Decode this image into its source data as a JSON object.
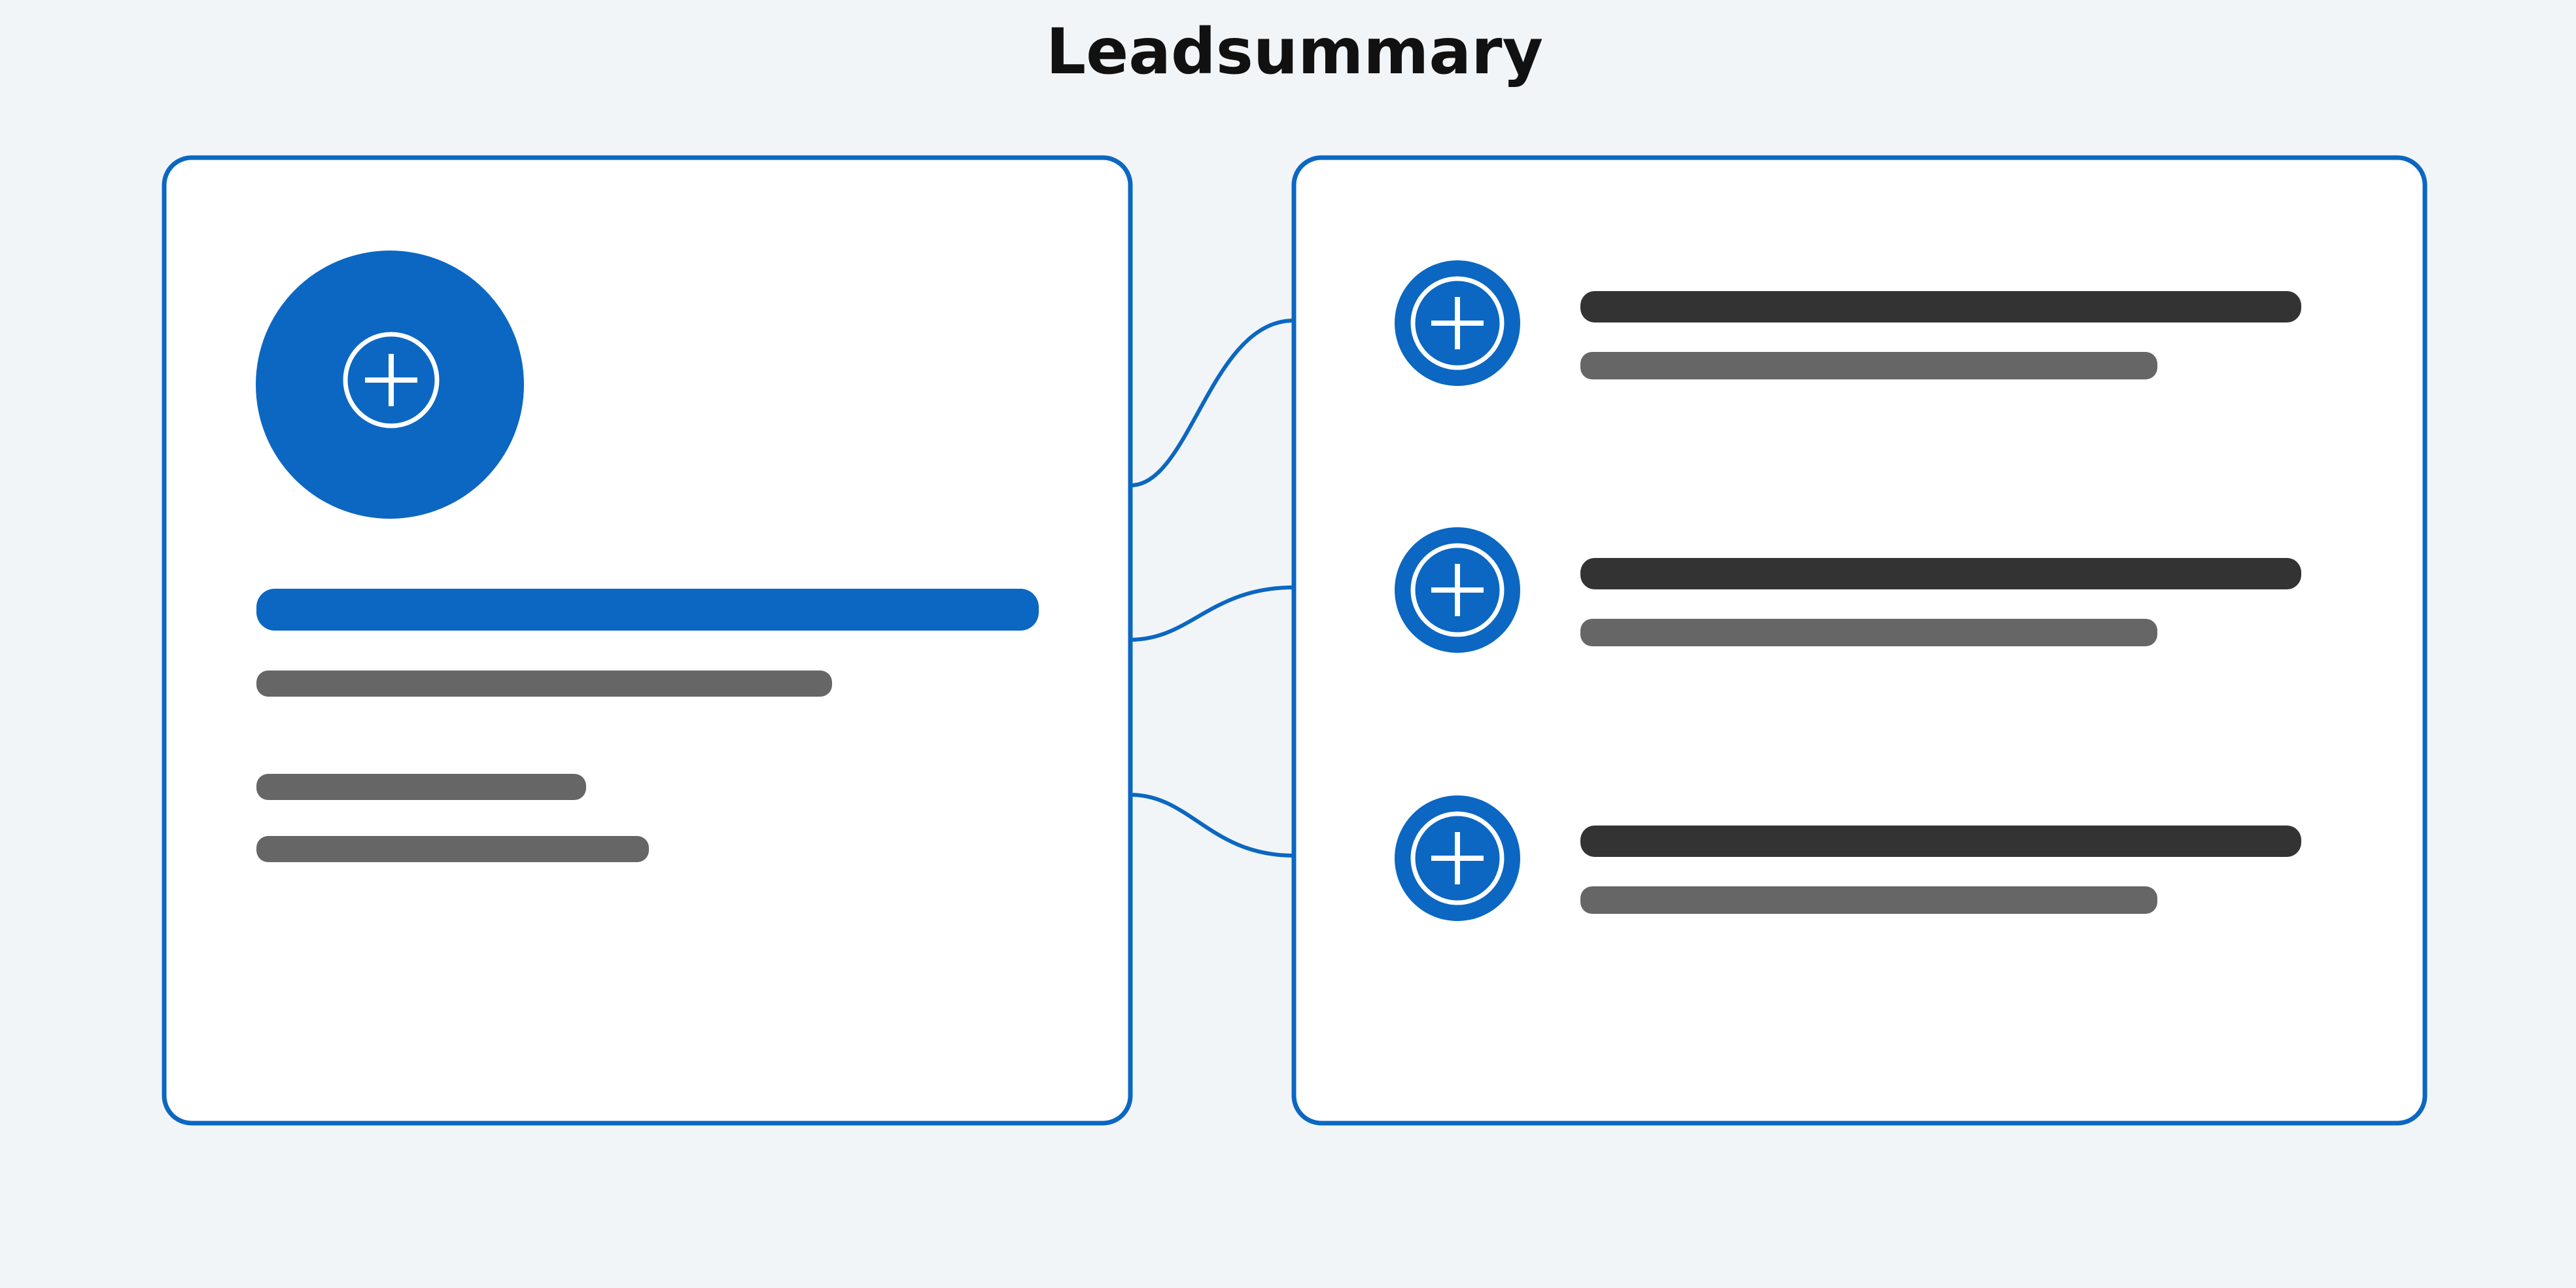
{
  "title": "Leadsummary",
  "colors": {
    "background": "#f2f5f8",
    "accent": "#0b67c2",
    "panel": "#ffffff",
    "text_dark": "#333333",
    "text_gray": "#666666",
    "title": "#111111"
  },
  "left_panel": {
    "icon": "plus-circle-icon",
    "placeholder_lines": [
      "highlight",
      "gray",
      "gray",
      "gray"
    ]
  },
  "right_panel": {
    "items": [
      {
        "icon": "plus-circle-icon"
      },
      {
        "icon": "plus-circle-icon"
      },
      {
        "icon": "plus-circle-icon"
      }
    ]
  },
  "connectors": 3
}
